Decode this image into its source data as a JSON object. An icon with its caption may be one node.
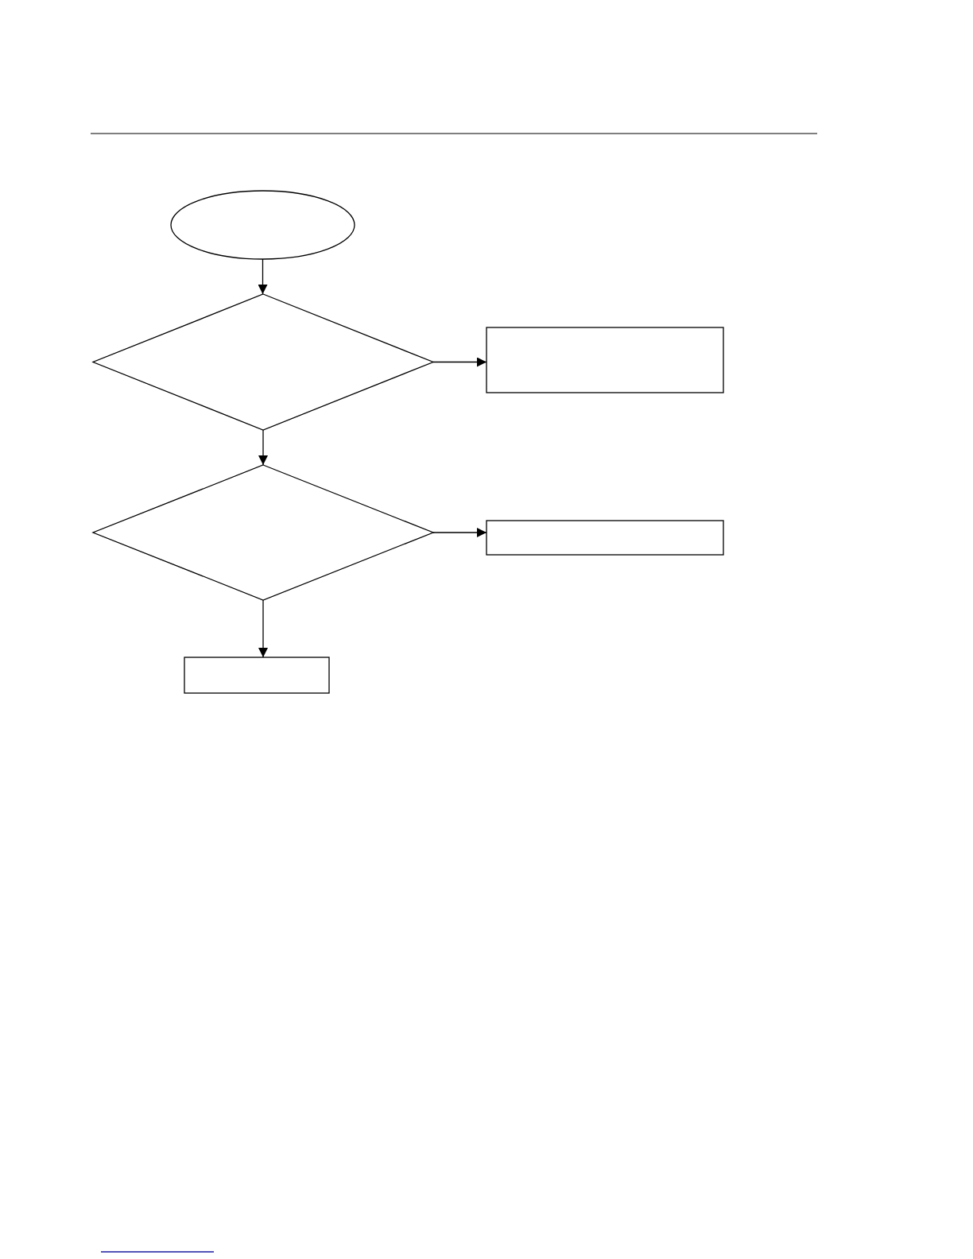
{
  "diagram": {
    "nodes": [
      {
        "text": [],
        "shape": "ellipse"
      },
      {
        "text": [],
        "shape": "diamond"
      },
      {
        "text": [],
        "shape": "box"
      },
      {
        "text": [],
        "shape": "diamond"
      },
      {
        "text": [],
        "shape": "box"
      },
      {
        "text": [],
        "shape": "box"
      }
    ],
    "edges": [
      {
        "from": 0,
        "to": 1,
        "arrow": "to"
      },
      {
        "from": 1,
        "to": 2,
        "arrow": "to"
      },
      {
        "from": 1,
        "to": 3,
        "arrow": "to"
      },
      {
        "from": 3,
        "to": 4,
        "arrow": "to"
      },
      {
        "from": 3,
        "to": 5,
        "arrow": "to"
      }
    ]
  }
}
